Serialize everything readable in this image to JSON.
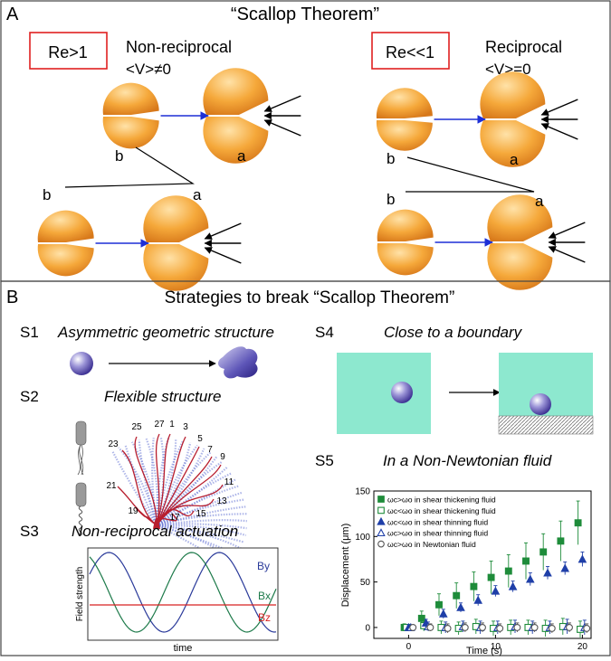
{
  "panel_a": {
    "letter": "A",
    "title": "“Scallop Theorem”",
    "left": {
      "regime": "Re>1",
      "kind": "Non-reciprocal",
      "velocity": "<V>≠0",
      "label_b_top": "b",
      "label_a_top": "a",
      "label_b_bottom": "b",
      "label_a_bottom": "a"
    },
    "right": {
      "regime": "Re<<1",
      "kind": "Reciprocal",
      "velocity": "<V>=0",
      "label_b_top": "b",
      "label_a_top": "a",
      "label_b_bottom": "b",
      "label_a_bottom": "a"
    }
  },
  "panel_b": {
    "letter": "B",
    "title": "Strategies to break “Scallop Theorem”",
    "s1": {
      "id": "S1",
      "title": "Asymmetric geometric structure"
    },
    "s2": {
      "id": "S2",
      "title": "Flexible structure",
      "numbers": [
        "25",
        "27",
        "1",
        "3",
        "5",
        "7",
        "9",
        "11",
        "13",
        "15",
        "17",
        "19",
        "21",
        "23"
      ]
    },
    "s3": {
      "id": "S3",
      "title": "Non-reciprocal actuation",
      "ylabel": "Field strength",
      "xlabel": "time",
      "labels": {
        "by": "By",
        "bx": "Bx",
        "bz": "Bz"
      },
      "colors": {
        "by": "#2a3a9a",
        "bx": "#1d7a4a",
        "bz": "#d62020"
      }
    },
    "s4": {
      "id": "S4",
      "title": "Close to a boundary"
    },
    "s5": {
      "id": "S5",
      "title": "In a Non-Newtonian fluid"
    }
  },
  "chart_data": {
    "type": "scatter",
    "xlabel": "Time (s)",
    "ylabel": "Displacement (μm)",
    "xlim": [
      -4,
      21
    ],
    "ylim": [
      -12,
      150
    ],
    "xticks": [
      0,
      10,
      20
    ],
    "yticks": [
      0,
      50,
      100,
      150
    ],
    "legend_position": "top-left",
    "series": [
      {
        "name": "ωc>ωo in shear thickening fluid",
        "marker": "square-filled",
        "color": "#1e8c3a",
        "x": [
          0,
          2,
          4,
          6,
          8,
          10,
          12,
          14,
          16,
          18,
          20
        ],
        "y": [
          0,
          10,
          25,
          35,
          45,
          55,
          62,
          73,
          83,
          95,
          115
        ],
        "err": [
          4,
          8,
          12,
          14,
          16,
          18,
          18,
          20,
          20,
          22,
          24
        ]
      },
      {
        "name": "ωc<ωo in shear thickening fluid",
        "marker": "square-open",
        "color": "#1e8c3a",
        "x": [
          0,
          2,
          4,
          6,
          8,
          10,
          12,
          14,
          16,
          18,
          20
        ],
        "y": [
          0,
          2,
          0,
          -1,
          1,
          -1,
          0,
          0,
          -1,
          1,
          -2
        ],
        "err": [
          2,
          6,
          7,
          7,
          8,
          8,
          8,
          8,
          9,
          9,
          9
        ]
      },
      {
        "name": "ωc<ωo in shear thinning fluid",
        "marker": "triangle-filled",
        "color": "#1f3fa8",
        "x": [
          0,
          2,
          4,
          6,
          8,
          10,
          12,
          14,
          16,
          18,
          20
        ],
        "y": [
          0,
          5,
          15,
          22,
          30,
          40,
          45,
          53,
          60,
          65,
          75
        ],
        "err": [
          3,
          4,
          5,
          5,
          6,
          6,
          6,
          7,
          7,
          7,
          8
        ]
      },
      {
        "name": "ωc>ωo in shear thinning fluid",
        "marker": "triangle-open",
        "color": "#1f3fa8",
        "x": [
          0,
          2,
          4,
          6,
          8,
          10,
          12,
          14,
          16,
          18,
          20
        ],
        "y": [
          0,
          1,
          0,
          1,
          0,
          0,
          1,
          0,
          0,
          1,
          0
        ],
        "err": [
          2,
          5,
          6,
          6,
          7,
          7,
          7,
          7,
          7,
          8,
          8
        ]
      },
      {
        "name": "ωc>ωo in Newtonian fluid",
        "marker": "circle-open",
        "color": "#555555",
        "x": [
          0,
          2,
          4,
          6,
          8,
          10,
          12,
          14,
          16,
          18,
          20
        ],
        "y": [
          0,
          0,
          -1,
          0,
          0,
          -1,
          0,
          0,
          -1,
          0,
          -1
        ],
        "err": [
          2,
          4,
          5,
          5,
          5,
          5,
          5,
          5,
          5,
          5,
          5
        ]
      }
    ]
  }
}
